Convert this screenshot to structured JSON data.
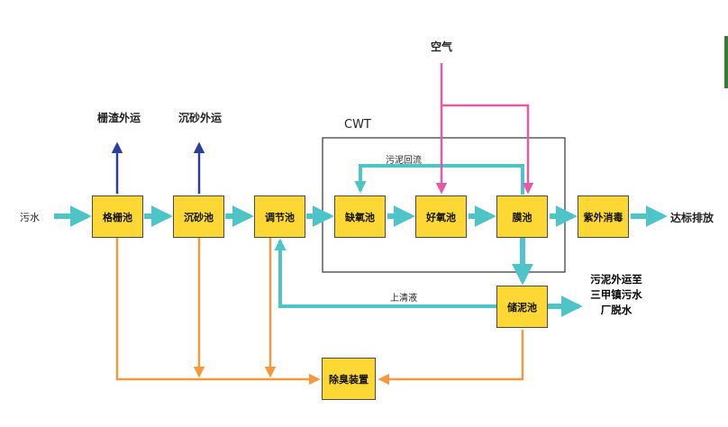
{
  "labels": {
    "input": "污水",
    "output": "达标排放",
    "air": "空气",
    "cwt": "CWT",
    "screen_waste": "栅渣外运",
    "grit_waste": "沉砂外运",
    "sludge_return": "污泥回流",
    "supernatant": "上清液",
    "sludge_out": "污泥外运至三甲镇污水厂脱水"
  },
  "nodes": {
    "grille": "格栅池",
    "grit": "沉砂池",
    "equalize": "调节池",
    "anoxic": "缺氧池",
    "aerobic": "好氧池",
    "membrane": "膜池",
    "uv": "紫外消毒",
    "sludge_tank": "储泥池",
    "deodor": "除臭装置"
  },
  "colors": {
    "main_flow": "#4fc4c8",
    "air": "#e35aa6",
    "waste": "#2b3f9e",
    "odor": "#f29a3d",
    "box_fill": "#fdd835"
  }
}
